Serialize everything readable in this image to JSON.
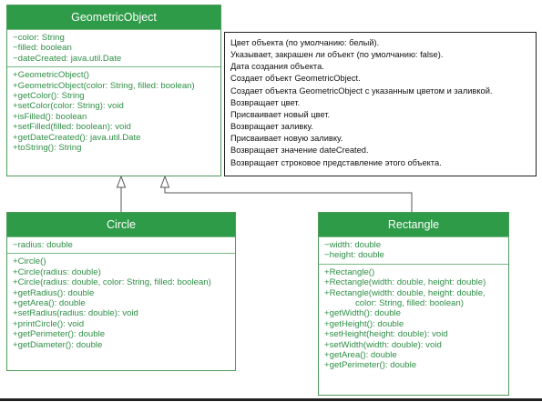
{
  "geometric_object": {
    "name": "GeometricObject",
    "attributes": [
      "−color: String",
      "−filled: boolean",
      "−dateCreated: java.util.Date"
    ],
    "methods": [
      "+GeometricObject()",
      "+GeometricObject(color: String, filled: boolean)",
      "+getColor(): String",
      "+setColor(color: String): void",
      "+isFilled(): boolean",
      "+setFilled(filled: boolean): void",
      "+getDateCreated(): java.util.Date",
      "+toString(): String"
    ]
  },
  "note": {
    "lines": [
      "Цвет объекта (по умолчанию: белый).",
      "Указывает, закрашен ли объект (по умолчанию: false).",
      "Дата создания объекта.",
      "Создает объект GeometricObject.",
      "Создает объекта GeometricObject с указанным цветом и заливкой.",
      "Возвращает цвет.",
      "Присваивает новый цвет.",
      "Возвращает заливку.",
      "Присваивает новую заливку.",
      "Возвращает значение dateCreated.",
      "Возвращает строковое представление этого объекта."
    ]
  },
  "circle": {
    "name": "Circle",
    "attributes": [
      "−radius: double"
    ],
    "methods": [
      "+Circle()",
      "+Circle(radius: double)",
      "+Circle(radius: double, color: String, filled: boolean)",
      "+getRadius(): double",
      "+getArea(): double",
      "+setRadius(radius: double): void",
      "+printCircle(): void",
      "+getPerimeter(): double",
      "+getDiameter(): double"
    ]
  },
  "rectangle": {
    "name": "Rectangle",
    "attributes": [
      "−width: double",
      "−height: double"
    ],
    "methods": [
      "+Rectangle()",
      "+Rectangle(width: double, height: double)",
      "+Rectangle(width: double, height: double,",
      "color: String, filled: boolean)",
      "+getWidth(): double",
      "+getHeight(): double",
      "+setHeight(height: double): void",
      "+setWidth(width: double): void",
      "+getArea(): double",
      "+getPerimeter(): double"
    ]
  },
  "colors": {
    "header": "#2e9b48",
    "text": "#2f8f45",
    "border": "#4e9a5a"
  }
}
